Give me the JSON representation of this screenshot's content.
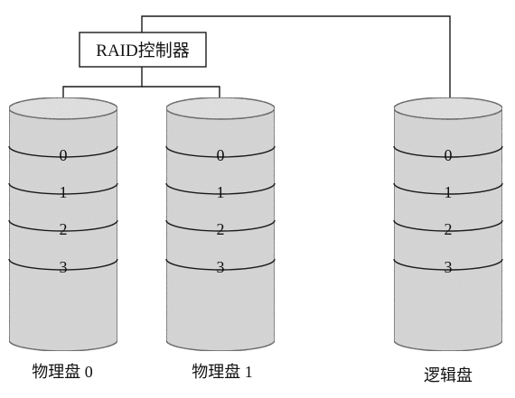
{
  "controller": {
    "label": "RAID控制器"
  },
  "disks": [
    {
      "id": "physical-disk-0",
      "label": "物理盘 0",
      "blocks": [
        "0",
        "1",
        "2",
        "3"
      ]
    },
    {
      "id": "physical-disk-1",
      "label": "物理盘 1",
      "blocks": [
        "0",
        "1",
        "2",
        "3"
      ]
    },
    {
      "id": "logical-disk",
      "label": "逻辑盘",
      "blocks": [
        "0",
        "1",
        "2",
        "3"
      ]
    }
  ],
  "colors": {
    "line": "#1a1a1a",
    "disk_fill": "#d9d9d9",
    "disk_top": "#e6e6e6",
    "text": "#111111"
  }
}
